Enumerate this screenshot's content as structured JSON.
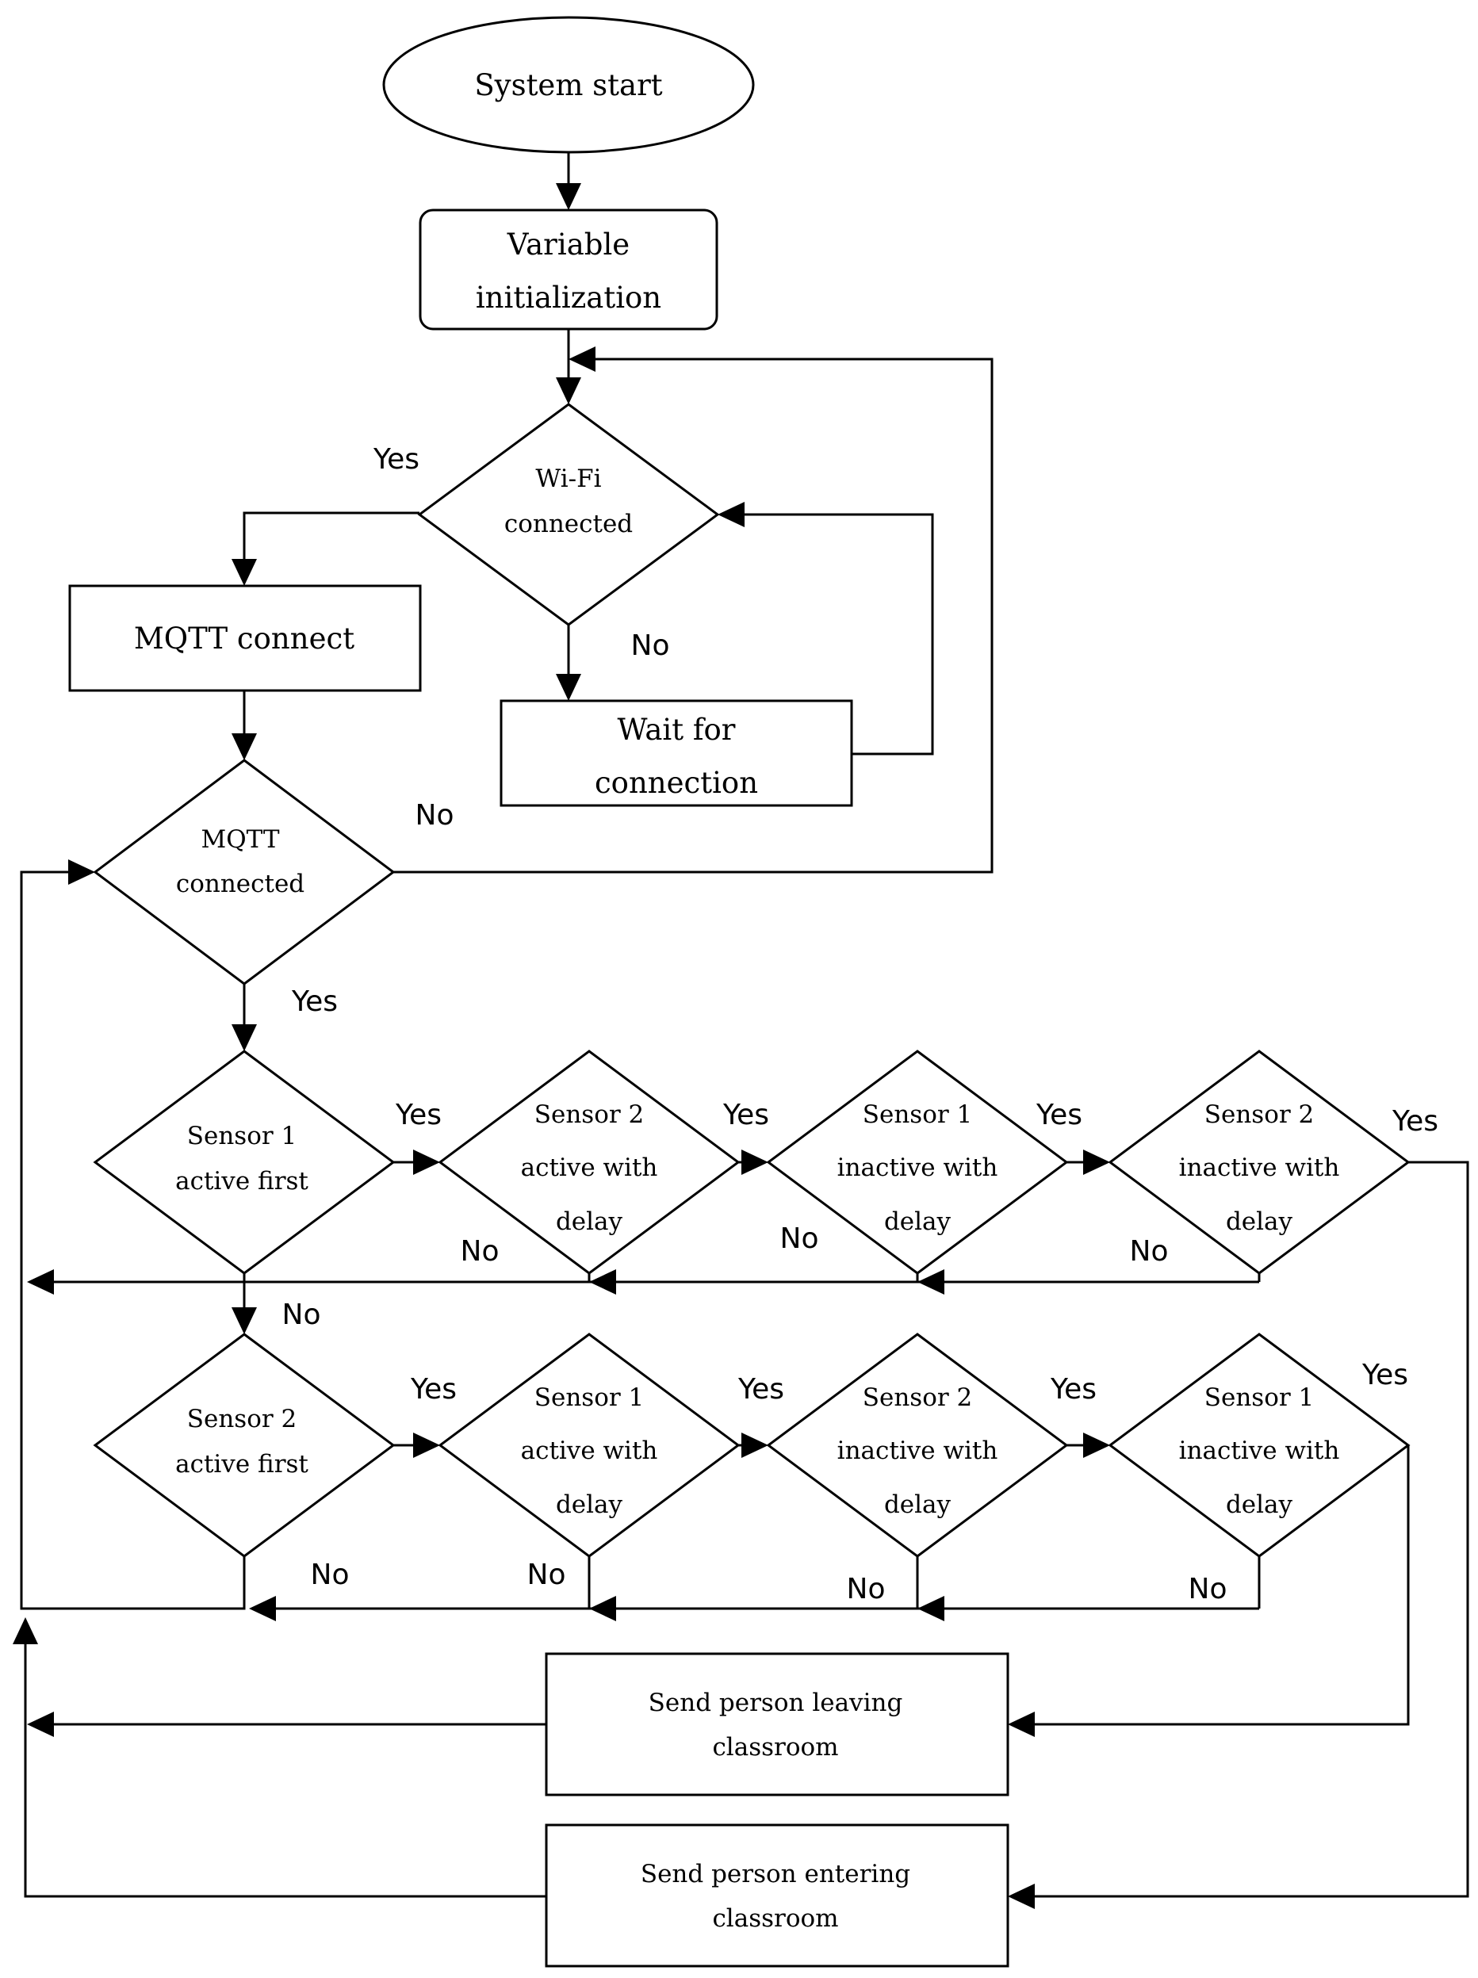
{
  "nodes": {
    "start": "System start",
    "var_init": [
      "Variable",
      "initialization"
    ],
    "wifi": [
      "Wi-Fi",
      "connected"
    ],
    "wait": [
      "Wait for",
      "connection"
    ],
    "mqtt_connect": "MQTT connect",
    "mqtt_connected": [
      "MQTT",
      "connected"
    ],
    "s1_first": [
      "Sensor 1",
      "active first"
    ],
    "s2_delay_a": [
      "Sensor 2",
      "active with",
      "delay"
    ],
    "s1_inactive_a": [
      "Sensor 1",
      "inactive with",
      "delay"
    ],
    "s2_inactive_a": [
      "Sensor 2",
      "inactive with",
      "delay"
    ],
    "s2_first": [
      "Sensor 2",
      "active first"
    ],
    "s1_delay_b": [
      "Sensor 1",
      "active with",
      "delay"
    ],
    "s2_inactive_b": [
      "Sensor 2",
      "inactive with",
      "delay"
    ],
    "s1_inactive_b": [
      "Sensor 1",
      "inactive with",
      "delay"
    ],
    "leaving": [
      "Send person leaving",
      "classroom"
    ],
    "entering": [
      "Send person entering",
      "classroom"
    ]
  },
  "labels": {
    "yes": "Yes",
    "no": "No"
  }
}
